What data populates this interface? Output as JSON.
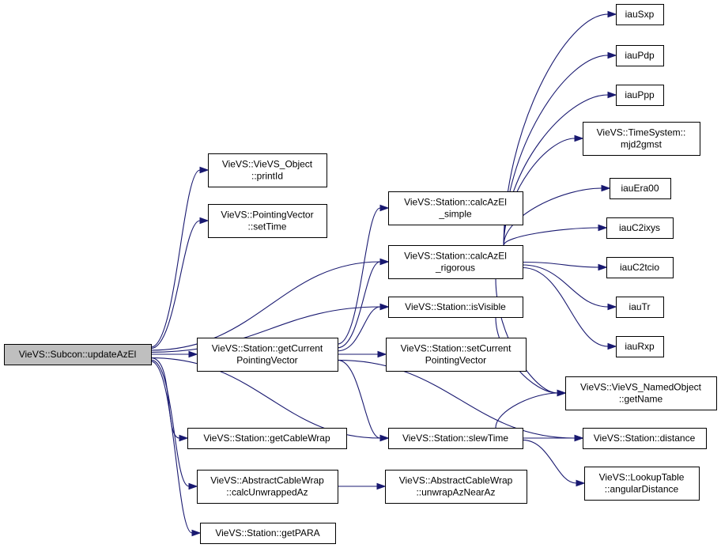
{
  "nodes": [
    {
      "id": "updateAzEl",
      "lines": [
        "VieVS::Subcon::updateAzEl"
      ]
    },
    {
      "id": "printId",
      "lines": [
        "VieVS::VieVS_Object",
        "::printId"
      ]
    },
    {
      "id": "setTime",
      "lines": [
        "VieVS::PointingVector",
        "::setTime"
      ]
    },
    {
      "id": "calcAzElSimple",
      "lines": [
        "VieVS::Station::calcAzEl",
        "_simple"
      ]
    },
    {
      "id": "calcAzElRigorous",
      "lines": [
        "VieVS::Station::calcAzEl",
        "_rigorous"
      ]
    },
    {
      "id": "isVisible",
      "lines": [
        "VieVS::Station::isVisible"
      ]
    },
    {
      "id": "getCurrentPV",
      "lines": [
        "VieVS::Station::getCurrent",
        "PointingVector"
      ]
    },
    {
      "id": "setCurrentPV",
      "lines": [
        "VieVS::Station::setCurrent",
        "PointingVector"
      ]
    },
    {
      "id": "getCableWrap",
      "lines": [
        "VieVS::Station::getCableWrap"
      ]
    },
    {
      "id": "slewTime",
      "lines": [
        "VieVS::Station::slewTime"
      ]
    },
    {
      "id": "calcUnwrappedAz",
      "lines": [
        "VieVS::AbstractCableWrap",
        "::calcUnwrappedAz"
      ]
    },
    {
      "id": "unwrapAzNearAz",
      "lines": [
        "VieVS::AbstractCableWrap",
        "::unwrapAzNearAz"
      ]
    },
    {
      "id": "getPARA",
      "lines": [
        "VieVS::Station::getPARA"
      ]
    },
    {
      "id": "iauSxp",
      "lines": [
        "iauSxp"
      ]
    },
    {
      "id": "iauPdp",
      "lines": [
        "iauPdp"
      ]
    },
    {
      "id": "iauPpp",
      "lines": [
        "iauPpp"
      ]
    },
    {
      "id": "mjd2gmst",
      "lines": [
        "VieVS::TimeSystem::",
        "mjd2gmst"
      ]
    },
    {
      "id": "iauEra00",
      "lines": [
        "iauEra00"
      ]
    },
    {
      "id": "iauC2ixys",
      "lines": [
        "iauC2ixys"
      ]
    },
    {
      "id": "iauC2tcio",
      "lines": [
        "iauC2tcio"
      ]
    },
    {
      "id": "iauTr",
      "lines": [
        "iauTr"
      ]
    },
    {
      "id": "iauRxp",
      "lines": [
        "iauRxp"
      ]
    },
    {
      "id": "getName",
      "lines": [
        "VieVS::VieVS_NamedObject",
        "::getName"
      ]
    },
    {
      "id": "distance",
      "lines": [
        "VieVS::Station::distance"
      ]
    },
    {
      "id": "angularDistance",
      "lines": [
        "VieVS::LookupTable",
        "::angularDistance"
      ]
    }
  ],
  "edges": [
    [
      "updateAzEl",
      "printId"
    ],
    [
      "updateAzEl",
      "setTime"
    ],
    [
      "updateAzEl",
      "calcAzElRigorous"
    ],
    [
      "updateAzEl",
      "isVisible"
    ],
    [
      "updateAzEl",
      "getCurrentPV"
    ],
    [
      "updateAzEl",
      "slewTime"
    ],
    [
      "updateAzEl",
      "getCableWrap"
    ],
    [
      "updateAzEl",
      "calcUnwrappedAz"
    ],
    [
      "updateAzEl",
      "getPARA"
    ],
    [
      "getCurrentPV",
      "calcAzElSimple"
    ],
    [
      "getCurrentPV",
      "calcAzElRigorous"
    ],
    [
      "getCurrentPV",
      "isVisible"
    ],
    [
      "getCurrentPV",
      "setCurrentPV"
    ],
    [
      "getCurrentPV",
      "slewTime"
    ],
    [
      "getCurrentPV",
      "distance"
    ],
    [
      "calcAzElRigorous",
      "iauSxp"
    ],
    [
      "calcAzElRigorous",
      "iauPdp"
    ],
    [
      "calcAzElRigorous",
      "iauPpp"
    ],
    [
      "calcAzElRigorous",
      "mjd2gmst"
    ],
    [
      "calcAzElRigorous",
      "iauEra00"
    ],
    [
      "calcAzElRigorous",
      "iauC2ixys"
    ],
    [
      "calcAzElRigorous",
      "iauC2tcio"
    ],
    [
      "calcAzElRigorous",
      "iauTr"
    ],
    [
      "calcAzElRigorous",
      "iauRxp"
    ],
    [
      "calcAzElRigorous",
      "getName"
    ],
    [
      "isVisible",
      "getName"
    ],
    [
      "slewTime",
      "getName"
    ],
    [
      "slewTime",
      "distance"
    ],
    [
      "slewTime",
      "angularDistance"
    ],
    [
      "calcUnwrappedAz",
      "unwrapAzNearAz"
    ]
  ]
}
